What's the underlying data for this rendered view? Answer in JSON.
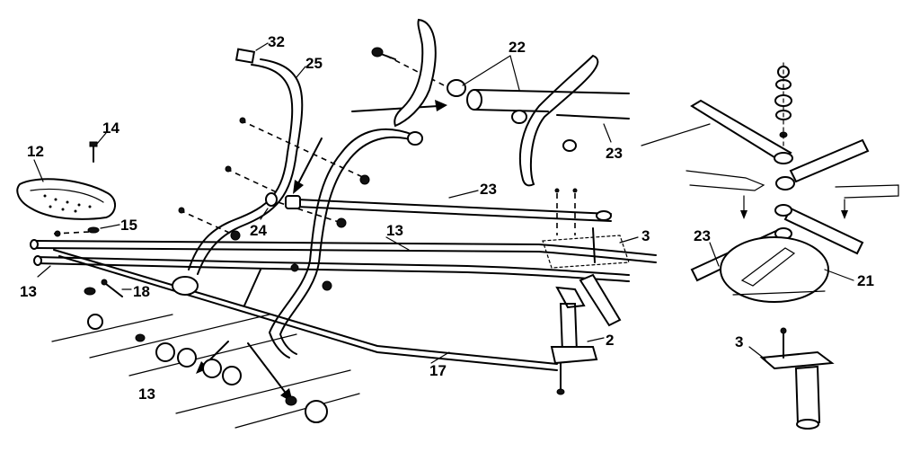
{
  "diagram": {
    "callouts": {
      "c12": "12",
      "c14": "14",
      "c15": "15",
      "c13_left": "13",
      "c18": "18",
      "c13_bottom": "13",
      "c32": "32",
      "c25": "25",
      "c24": "24",
      "c13_mid": "13",
      "c23_mid": "23",
      "c17": "17",
      "c22": "22",
      "c23_top": "23",
      "c3_mid": "3",
      "c2": "2",
      "c23_right": "23",
      "c21": "21",
      "c3_right": "3"
    }
  }
}
